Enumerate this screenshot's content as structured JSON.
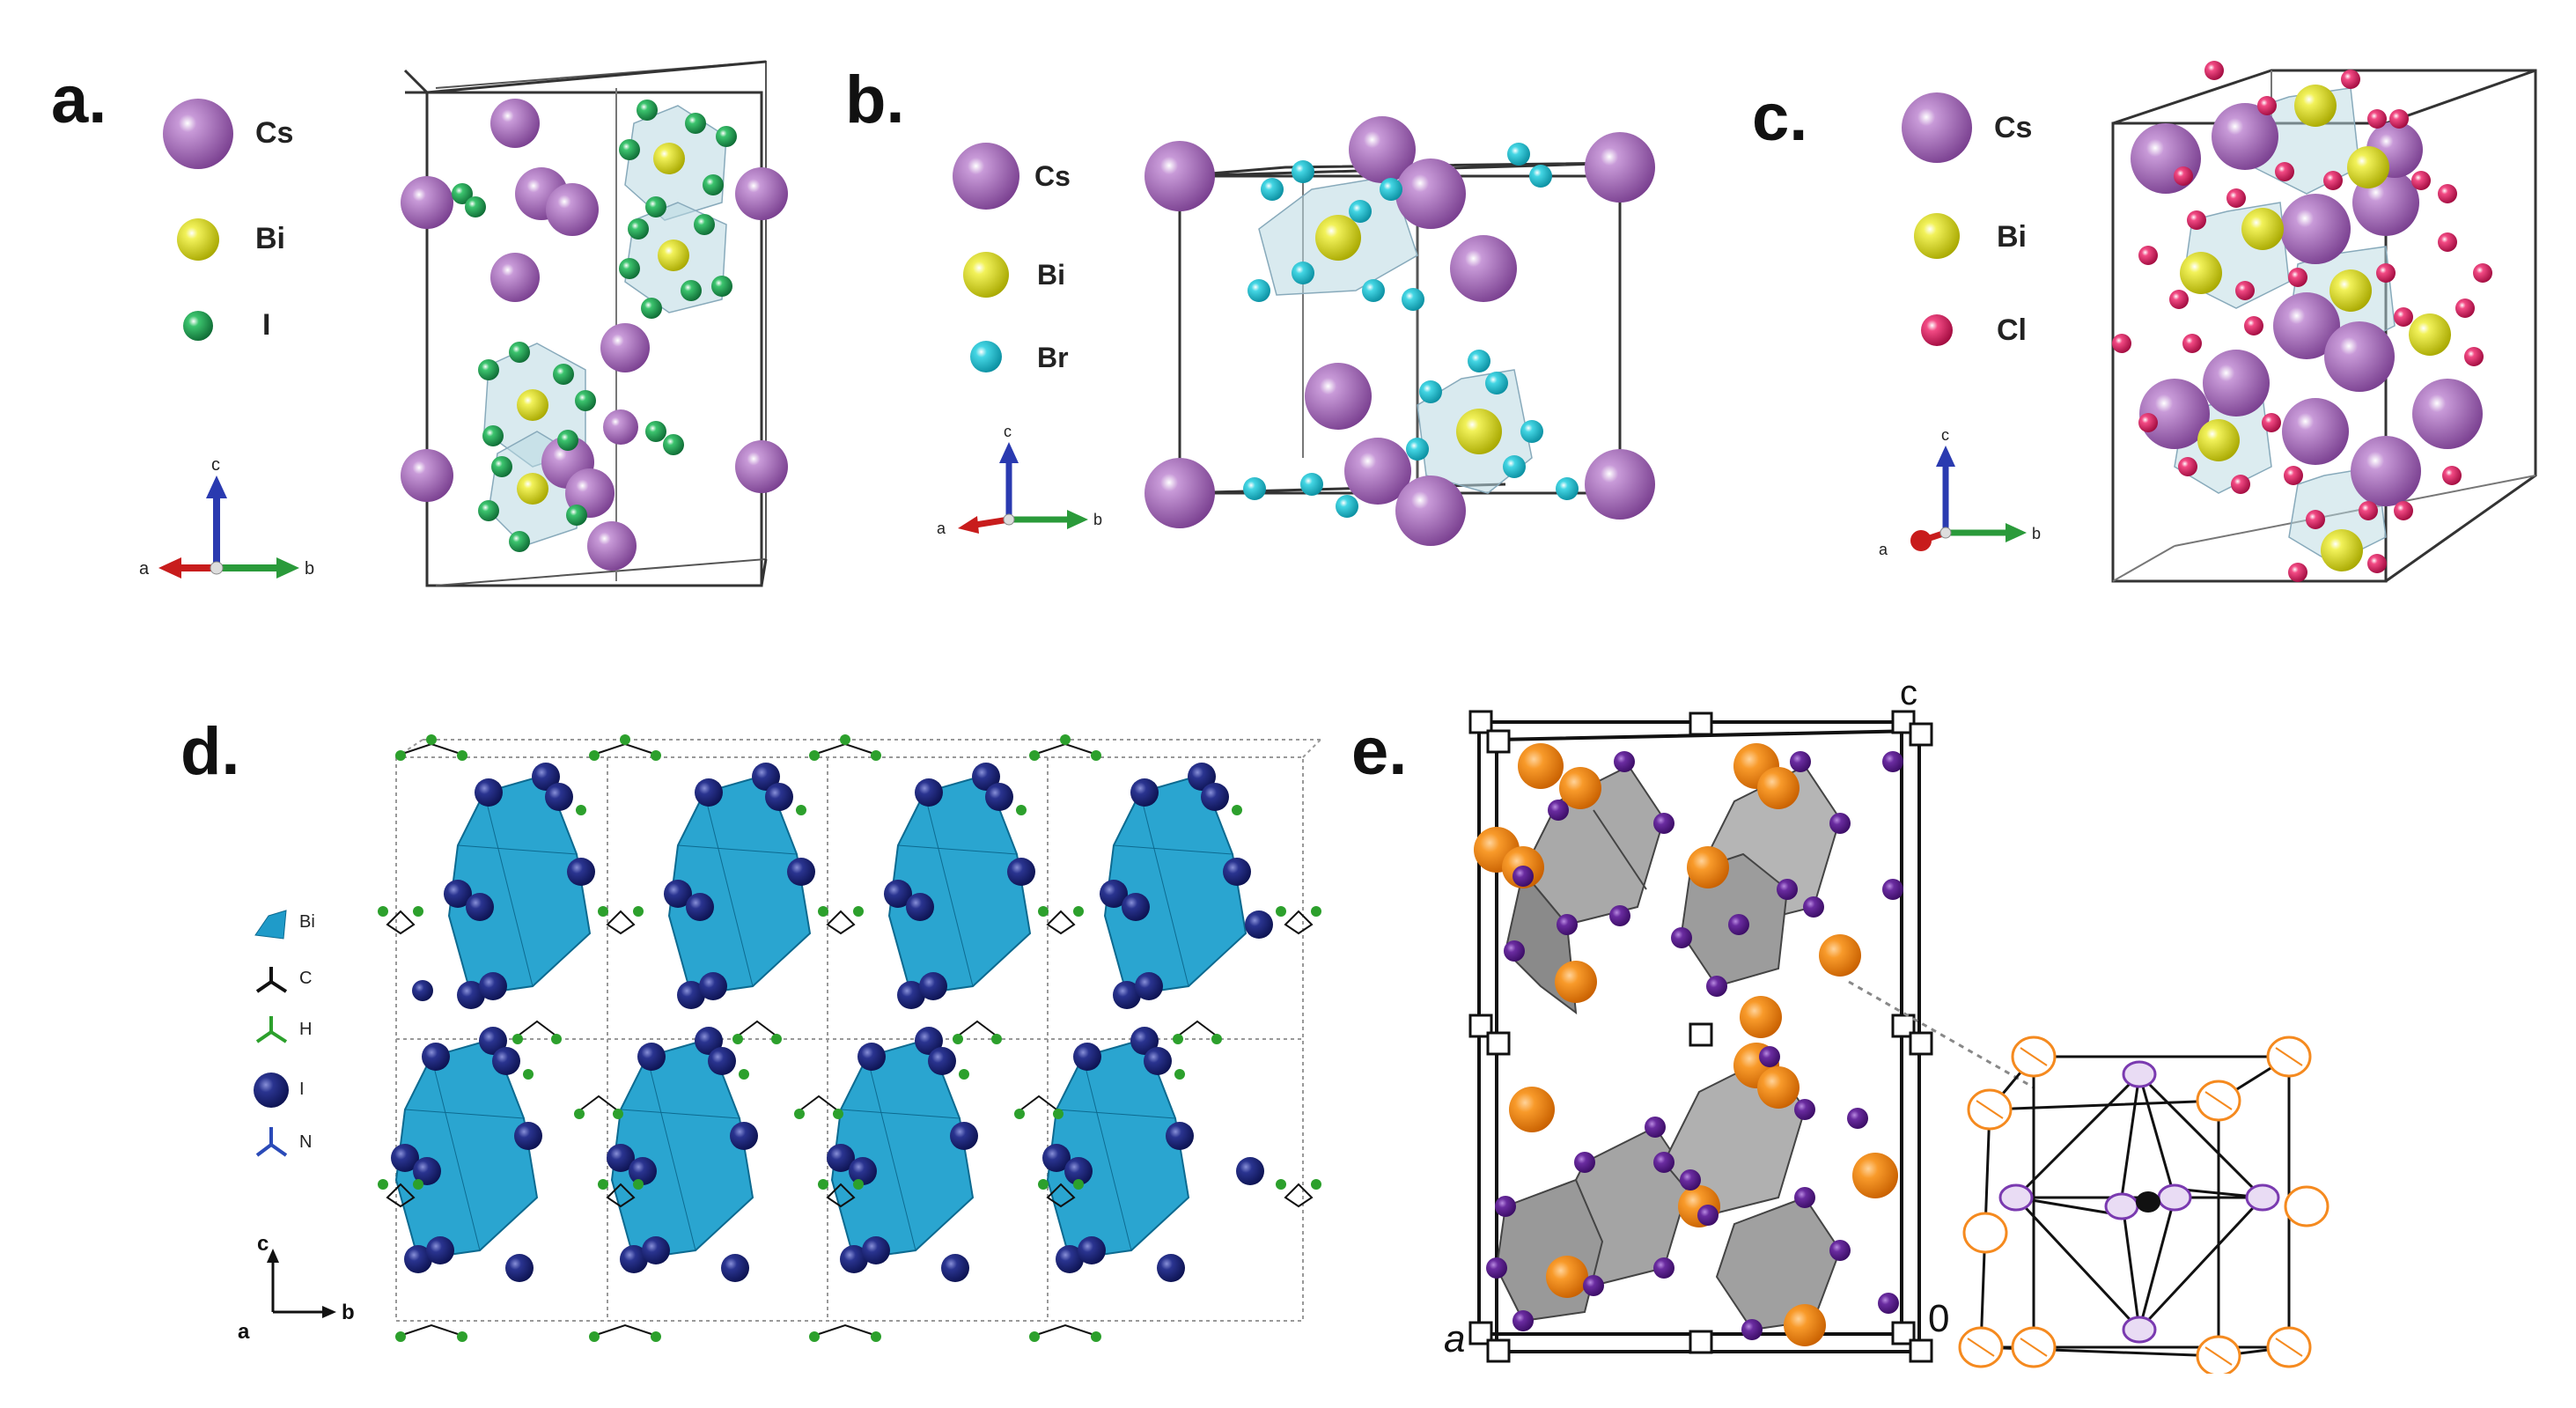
{
  "panels": {
    "a": {
      "label": "a.",
      "legend": [
        {
          "symbol": "Cs",
          "color": "#a36ab8"
        },
        {
          "symbol": "Bi",
          "color": "#d8d820"
        },
        {
          "symbol": "I",
          "color": "#1f9a4f"
        }
      ],
      "axes": {
        "a": "a",
        "b": "b",
        "c": "c"
      }
    },
    "b": {
      "label": "b.",
      "legend": [
        {
          "symbol": "Cs",
          "color": "#a36ab8"
        },
        {
          "symbol": "Bi",
          "color": "#d8d820"
        },
        {
          "symbol": "Br",
          "color": "#22b8c8"
        }
      ],
      "axes": {
        "a": "a",
        "b": "b",
        "c": "c"
      }
    },
    "c": {
      "label": "c.",
      "legend": [
        {
          "symbol": "Cs",
          "color": "#a36ab8"
        },
        {
          "symbol": "Bi",
          "color": "#d8d820"
        },
        {
          "symbol": "Cl",
          "color": "#e0145a"
        }
      ],
      "axes": {
        "a": "a",
        "b": "b",
        "c": "c"
      }
    },
    "d": {
      "label": "d.",
      "legend": [
        {
          "symbol": "Bi",
          "color": "#1f9bc9"
        },
        {
          "symbol": "C",
          "color": "#111111"
        },
        {
          "symbol": "H",
          "color": "#2ca02c"
        },
        {
          "symbol": "I",
          "color": "#1b2470"
        },
        {
          "symbol": "N",
          "color": "#2a4ab8"
        }
      ],
      "axes": {
        "a": "a",
        "b": "b",
        "c": "c"
      }
    },
    "e": {
      "label": "e.",
      "axis_labels": {
        "a": "a",
        "origin": "0",
        "c": "c"
      }
    }
  },
  "colors": {
    "cs": "#a36ab8",
    "bi": "#d8d820",
    "iodine": "#1f9a4f",
    "br": "#22b8c8",
    "cl": "#e0145a",
    "polyhedron_blue": "#2aa5d0",
    "iodine_navy": "#1b2470",
    "orange": "#f58a1f",
    "purple": "#5b1e8c",
    "grey_poly": "#9a9a9a"
  }
}
